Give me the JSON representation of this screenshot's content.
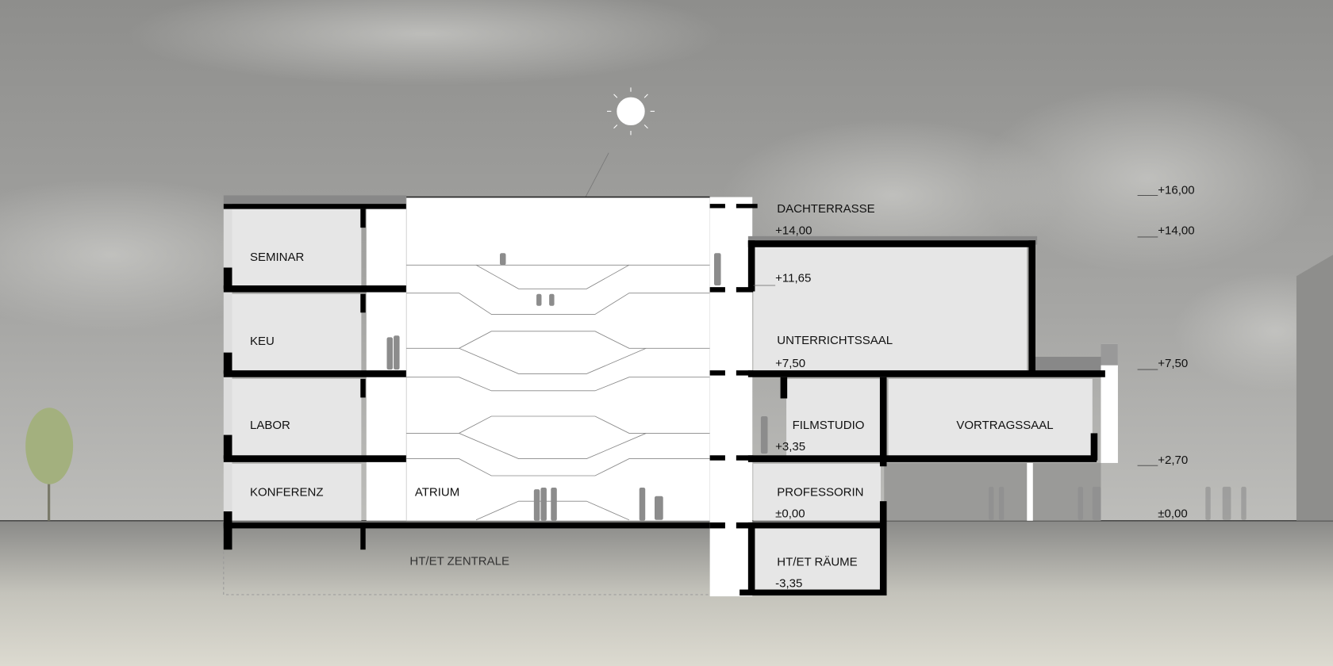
{
  "title": "Building section",
  "rooms": {
    "seminar": "SEMINAR",
    "keu": "KEU",
    "labor": "LABOR",
    "konferenz": "KONFERENZ",
    "atrium": "ATRIUM",
    "zentrale": "HT/ET ZENTRALE",
    "dachterrasse": "DACHTERRASSE",
    "unterrichtssaal": "UNTERRICHTSSAAL",
    "filmstudio": "FILMSTUDIO",
    "vortragssaal": "VORTRAGSSAAL",
    "professorin": "PROFESSORIN",
    "raeume": "HT/ET RÄUME"
  },
  "room_levels": {
    "dachterrasse": "+14,00",
    "upper": "+11,65",
    "unterrichtssaal": "+7,50",
    "filmstudio": "+3,35",
    "professorin": "±0,00",
    "raeume": "-3,35"
  },
  "levels": [
    "+16,00",
    "+14,00",
    "+7,50",
    "+2,70",
    "±0,00"
  ],
  "colors": {
    "sky": "#9c9c9a",
    "ground": "#d9d7cc",
    "room": "#e6e6e6",
    "wall": "#000000"
  }
}
